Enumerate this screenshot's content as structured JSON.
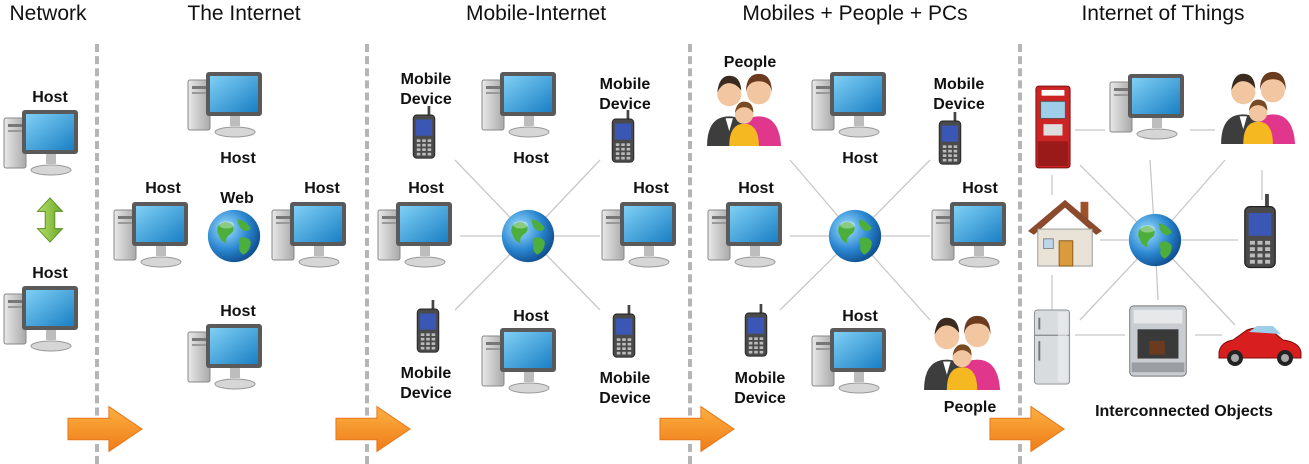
{
  "panels": [
    {
      "title": "Network"
    },
    {
      "title": "The Internet"
    },
    {
      "title": "Mobile-Internet"
    },
    {
      "title": "Mobiles + People + PCs"
    },
    {
      "title": "Internet of Things"
    }
  ],
  "labels": {
    "host": "Host",
    "web": "Web",
    "mobile_device_line1": "Mobile",
    "mobile_device_line2": "Device",
    "people": "People",
    "interconnected_objects": "Interconnected Objects"
  },
  "colors": {
    "arrow": "#f7941d",
    "double_arrow": "#8dc63f",
    "divider": "#b5b5b5",
    "link": "#c8c8c8"
  }
}
